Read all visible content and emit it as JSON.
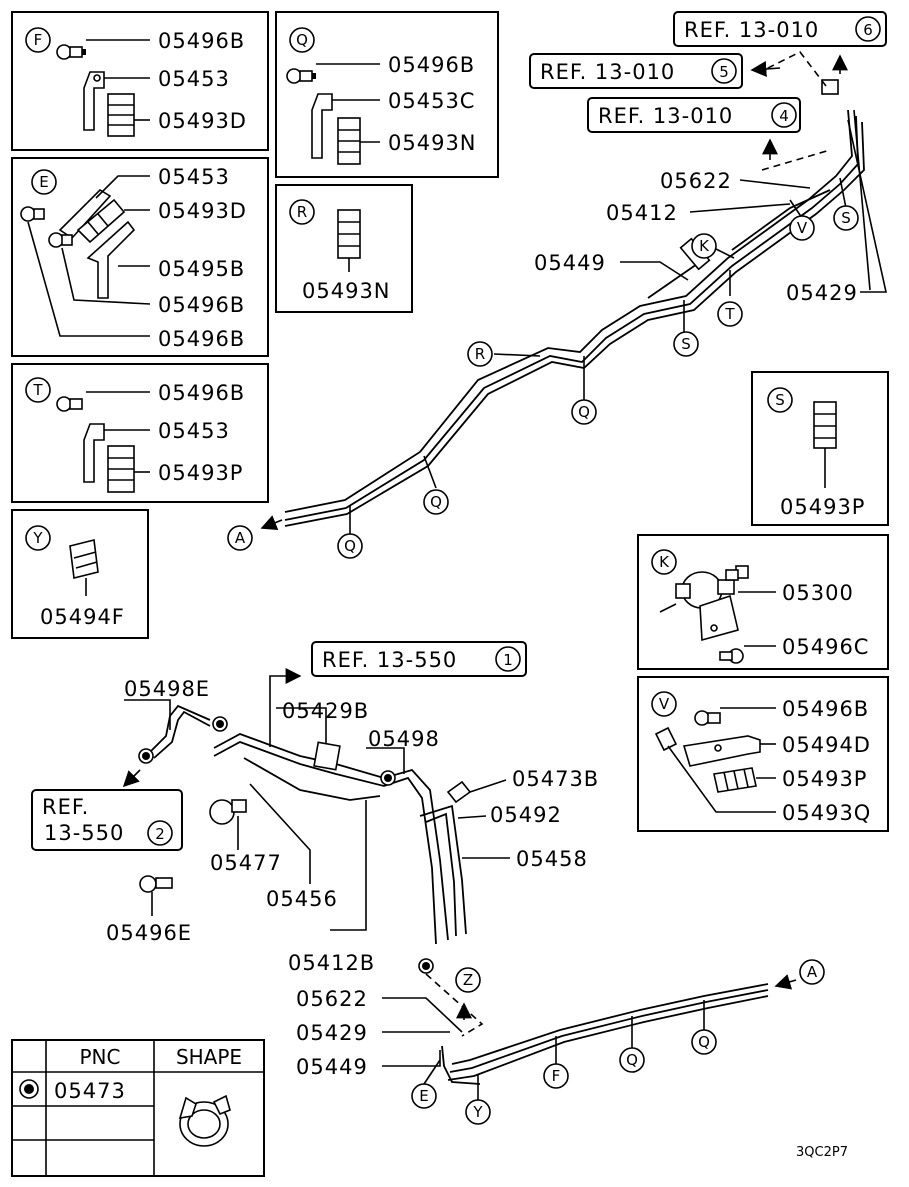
{
  "inset_F": {
    "callout": "F",
    "labels": [
      "05496B",
      "05453",
      "05493D"
    ]
  },
  "inset_Q": {
    "callout": "Q",
    "labels": [
      "05496B",
      "05453C",
      "05493N"
    ]
  },
  "inset_R": {
    "callout": "R",
    "labels": [
      "05493N"
    ]
  },
  "inset_E": {
    "callout": "E",
    "labels": [
      "05453",
      "05493D",
      "05495B",
      "05496B",
      "05496B"
    ]
  },
  "inset_T": {
    "callout": "T",
    "labels": [
      "05496B",
      "05453",
      "05493P"
    ]
  },
  "inset_Y": {
    "callout": "Y",
    "labels": [
      "05494F"
    ]
  },
  "inset_S": {
    "callout": "S",
    "labels": [
      "05493P"
    ]
  },
  "inset_K": {
    "callout": "K",
    "labels": [
      "05300",
      "05496C"
    ]
  },
  "inset_V": {
    "callout": "V",
    "labels": [
      "05496B",
      "05494D",
      "05493P",
      "05493Q"
    ]
  },
  "refs": {
    "r6": {
      "text": "REF. 13-010",
      "num": "6"
    },
    "r5": {
      "text": "REF. 13-010",
      "num": "5"
    },
    "r4": {
      "text": "REF. 13-010",
      "num": "4"
    },
    "r1": {
      "text": "REF. 13-550",
      "num": "1"
    },
    "r2": {
      "line1": "REF.",
      "line2": "13-550",
      "num": "2"
    }
  },
  "upper": {
    "labels": [
      "05622",
      "05412",
      "05449",
      "05429"
    ],
    "callouts": [
      "K",
      "V",
      "S",
      "T",
      "S",
      "R",
      "Q",
      "Q",
      "Q",
      "A"
    ]
  },
  "lower": {
    "labels": [
      "05498E",
      "05429B",
      "05498",
      "05473B",
      "05492",
      "05458",
      "05477",
      "05456",
      "05496E",
      "05412B",
      "05622",
      "05429",
      "05449"
    ],
    "callouts": [
      "Z",
      "A",
      "Q",
      "Q",
      "F",
      "E",
      "Y"
    ]
  },
  "pnc_table": {
    "col_pnc": "PNC",
    "col_shape": "SHAPE",
    "row1_pnc": "05473"
  },
  "diagram_code": "3QC2P7"
}
